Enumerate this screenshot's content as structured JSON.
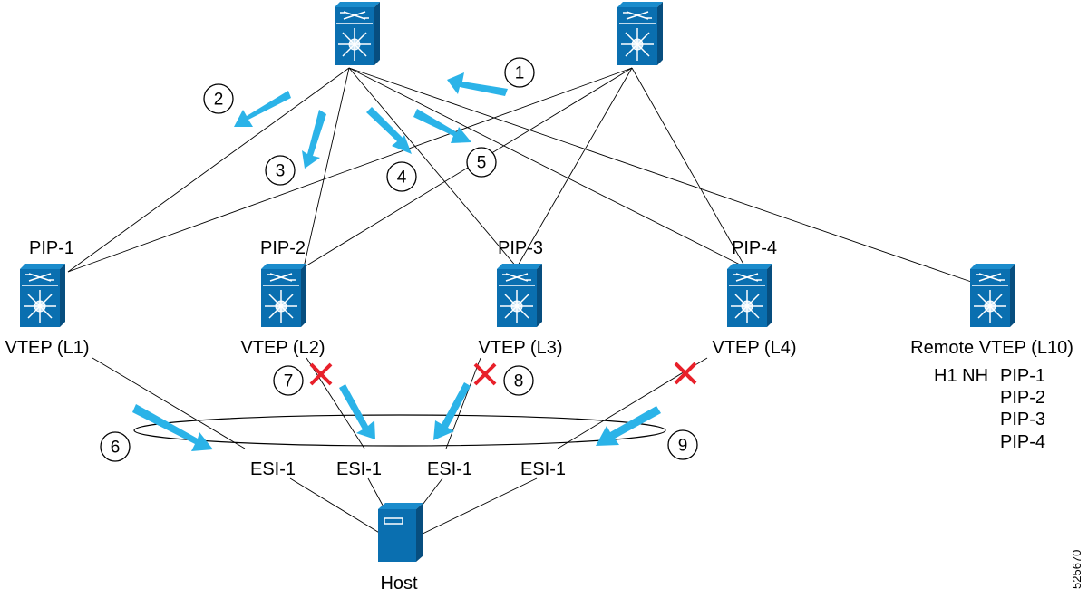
{
  "colors": {
    "device": "#0a6fb0",
    "device_dark": "#074e7f",
    "device_light": "#1b8ccc",
    "arrow": "#2bb3e8",
    "fail": "#e8202a",
    "line": "#000000"
  },
  "spines": [
    {
      "id": "spine-1",
      "icon": "nexus-switch-icon"
    },
    {
      "id": "spine-2",
      "icon": "nexus-switch-icon"
    }
  ],
  "leaves": [
    {
      "id": "l1",
      "pip": "PIP-1",
      "name": "VTEP (L1)"
    },
    {
      "id": "l2",
      "pip": "PIP-2",
      "name": "VTEP (L2)"
    },
    {
      "id": "l3",
      "pip": "PIP-3",
      "name": "VTEP (L3)"
    },
    {
      "id": "l4",
      "pip": "PIP-4",
      "name": "VTEP (L4)"
    }
  ],
  "remote": {
    "name": "Remote VTEP (L10)",
    "route_label": "H1 NH",
    "next_hops": [
      "PIP-1",
      "PIP-2",
      "PIP-3",
      "PIP-4"
    ]
  },
  "esi_links": [
    "ESI-1",
    "ESI-1",
    "ESI-1",
    "ESI-1"
  ],
  "host": {
    "name": "Host",
    "icon": "server-icon"
  },
  "steps": [
    "1",
    "2",
    "3",
    "4",
    "5",
    "6",
    "7",
    "8",
    "9"
  ],
  "failure_marks": [
    "x-icon",
    "x-icon",
    "x-icon"
  ],
  "figure_id": "525670"
}
